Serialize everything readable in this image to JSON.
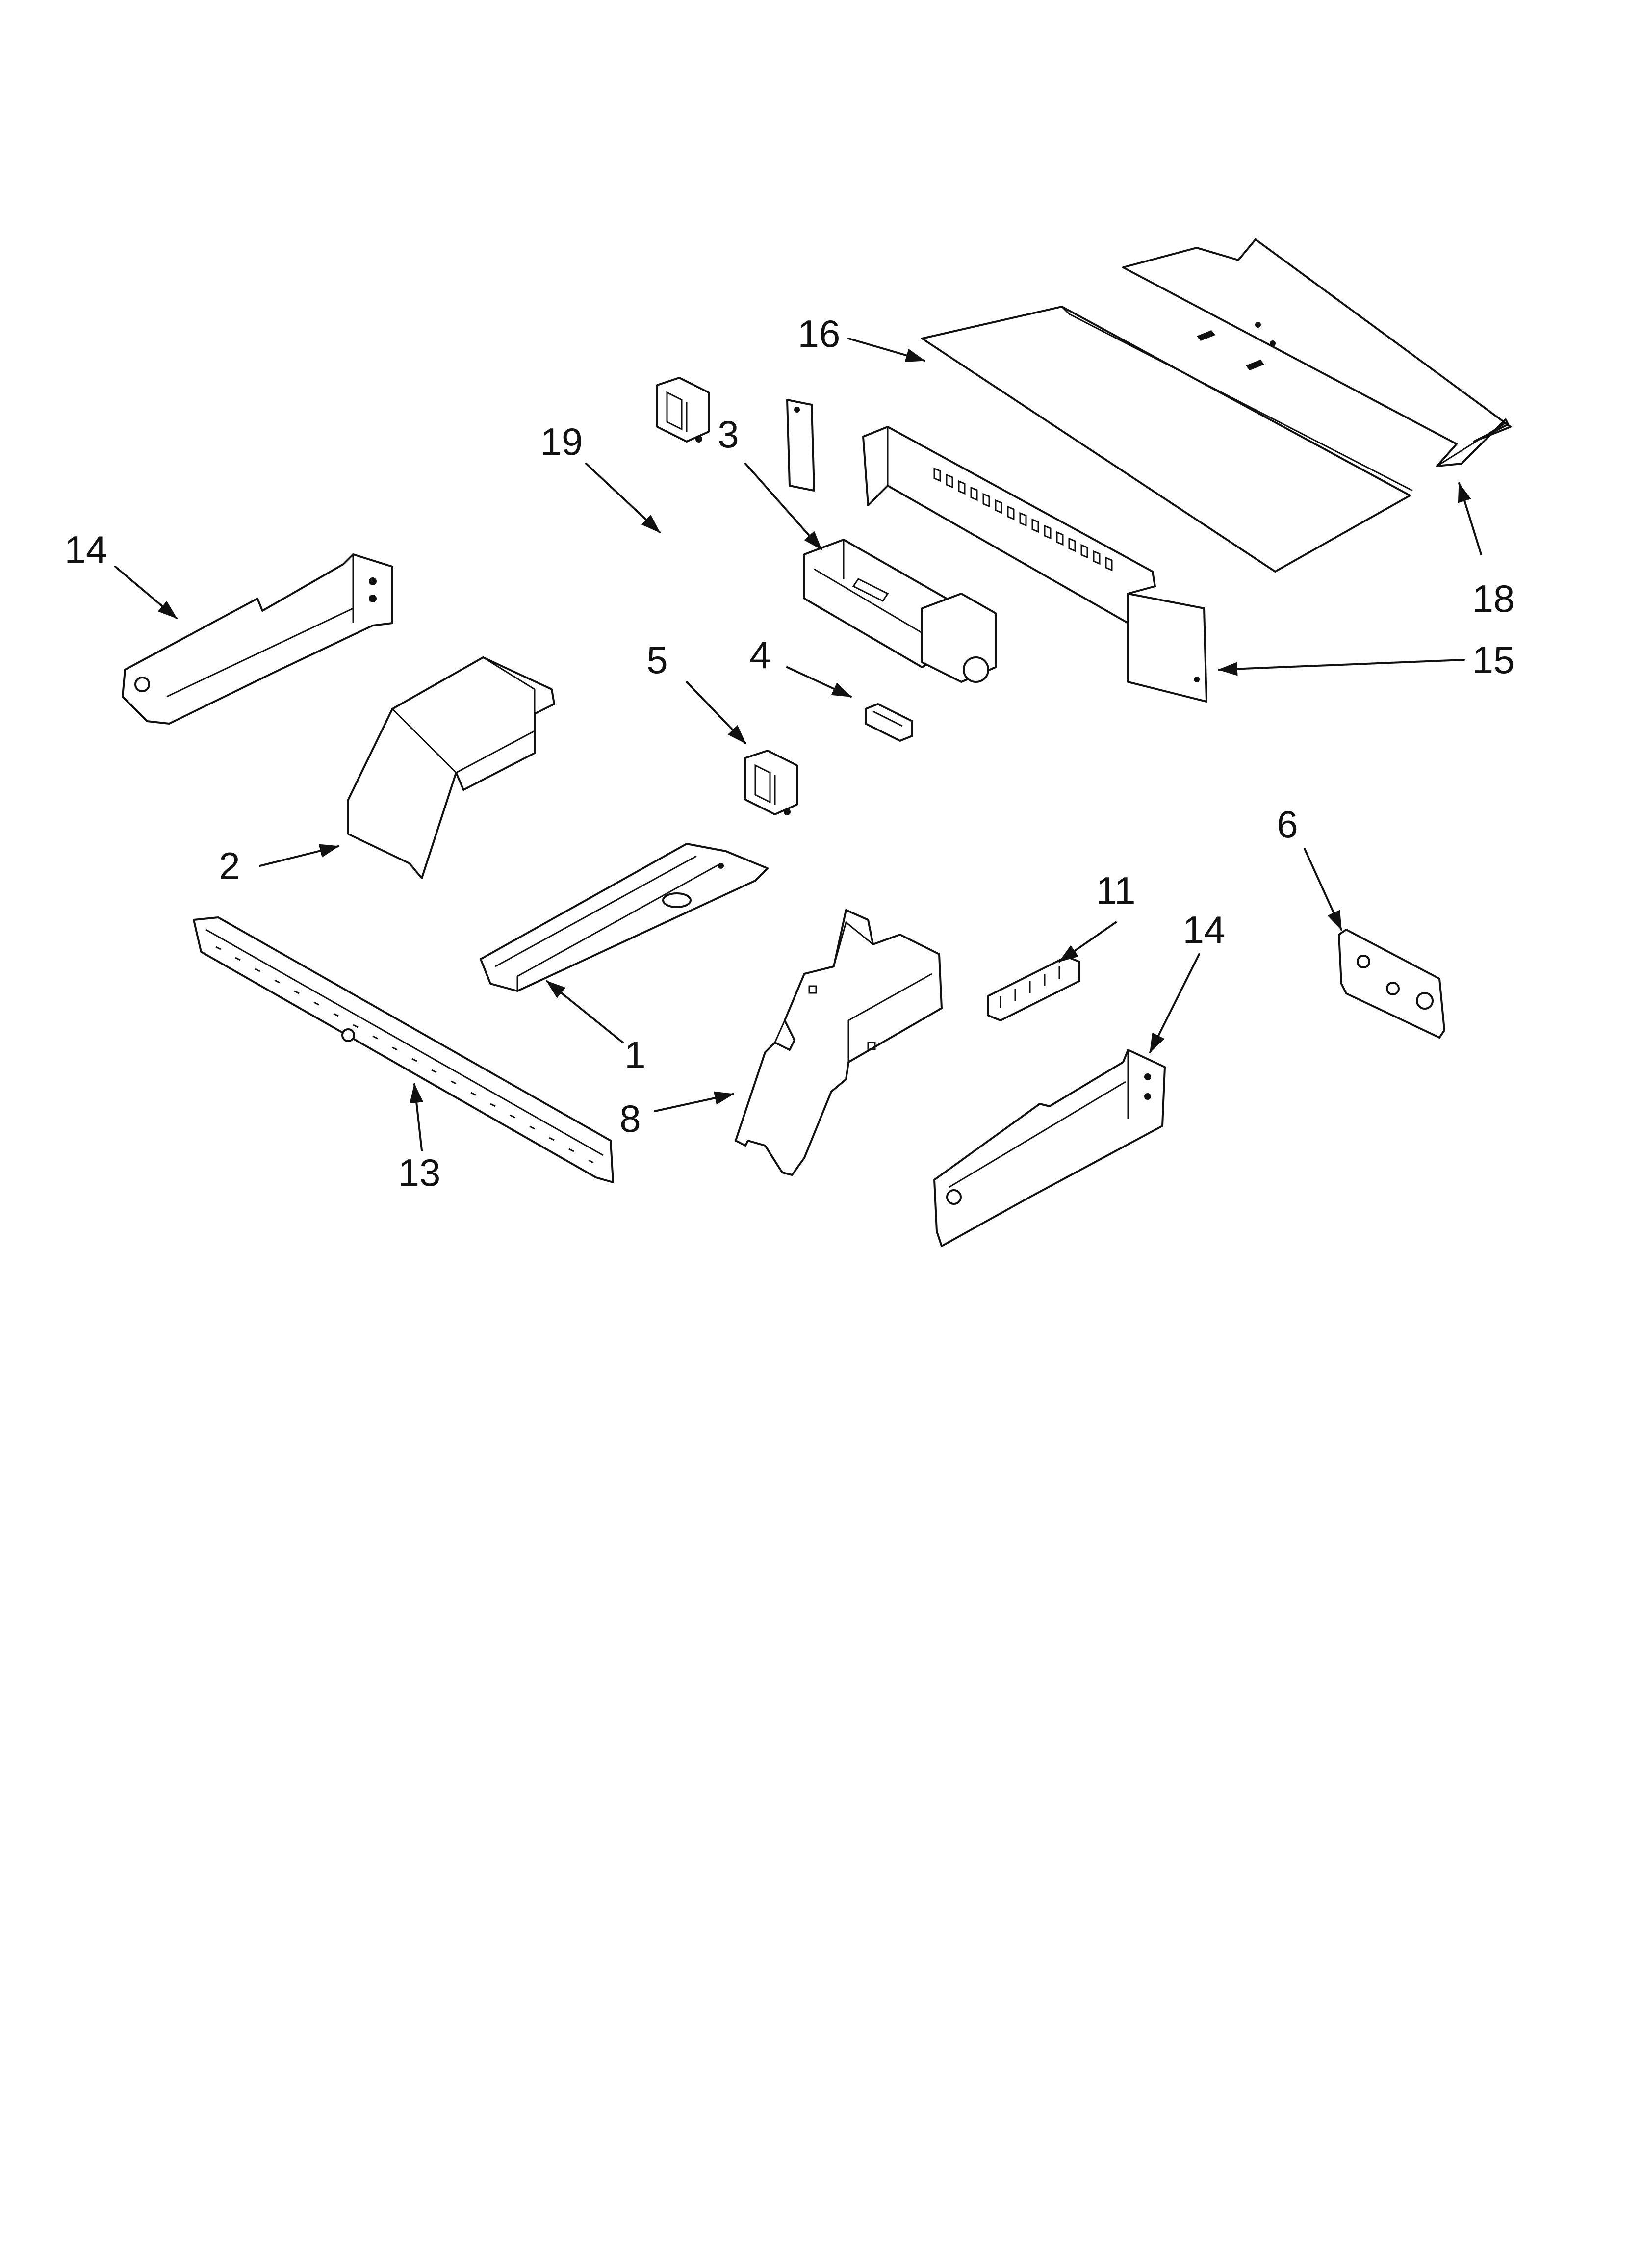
{
  "callouts": {
    "c16": "16",
    "c19": "19",
    "c3": "3",
    "c14a": "14",
    "c18": "18",
    "c15": "15",
    "c5": "5",
    "c4": "4",
    "c2": "2",
    "c6": "6",
    "c11": "11",
    "c14b": "14",
    "c1": "1",
    "c8": "8",
    "c13": "13"
  }
}
